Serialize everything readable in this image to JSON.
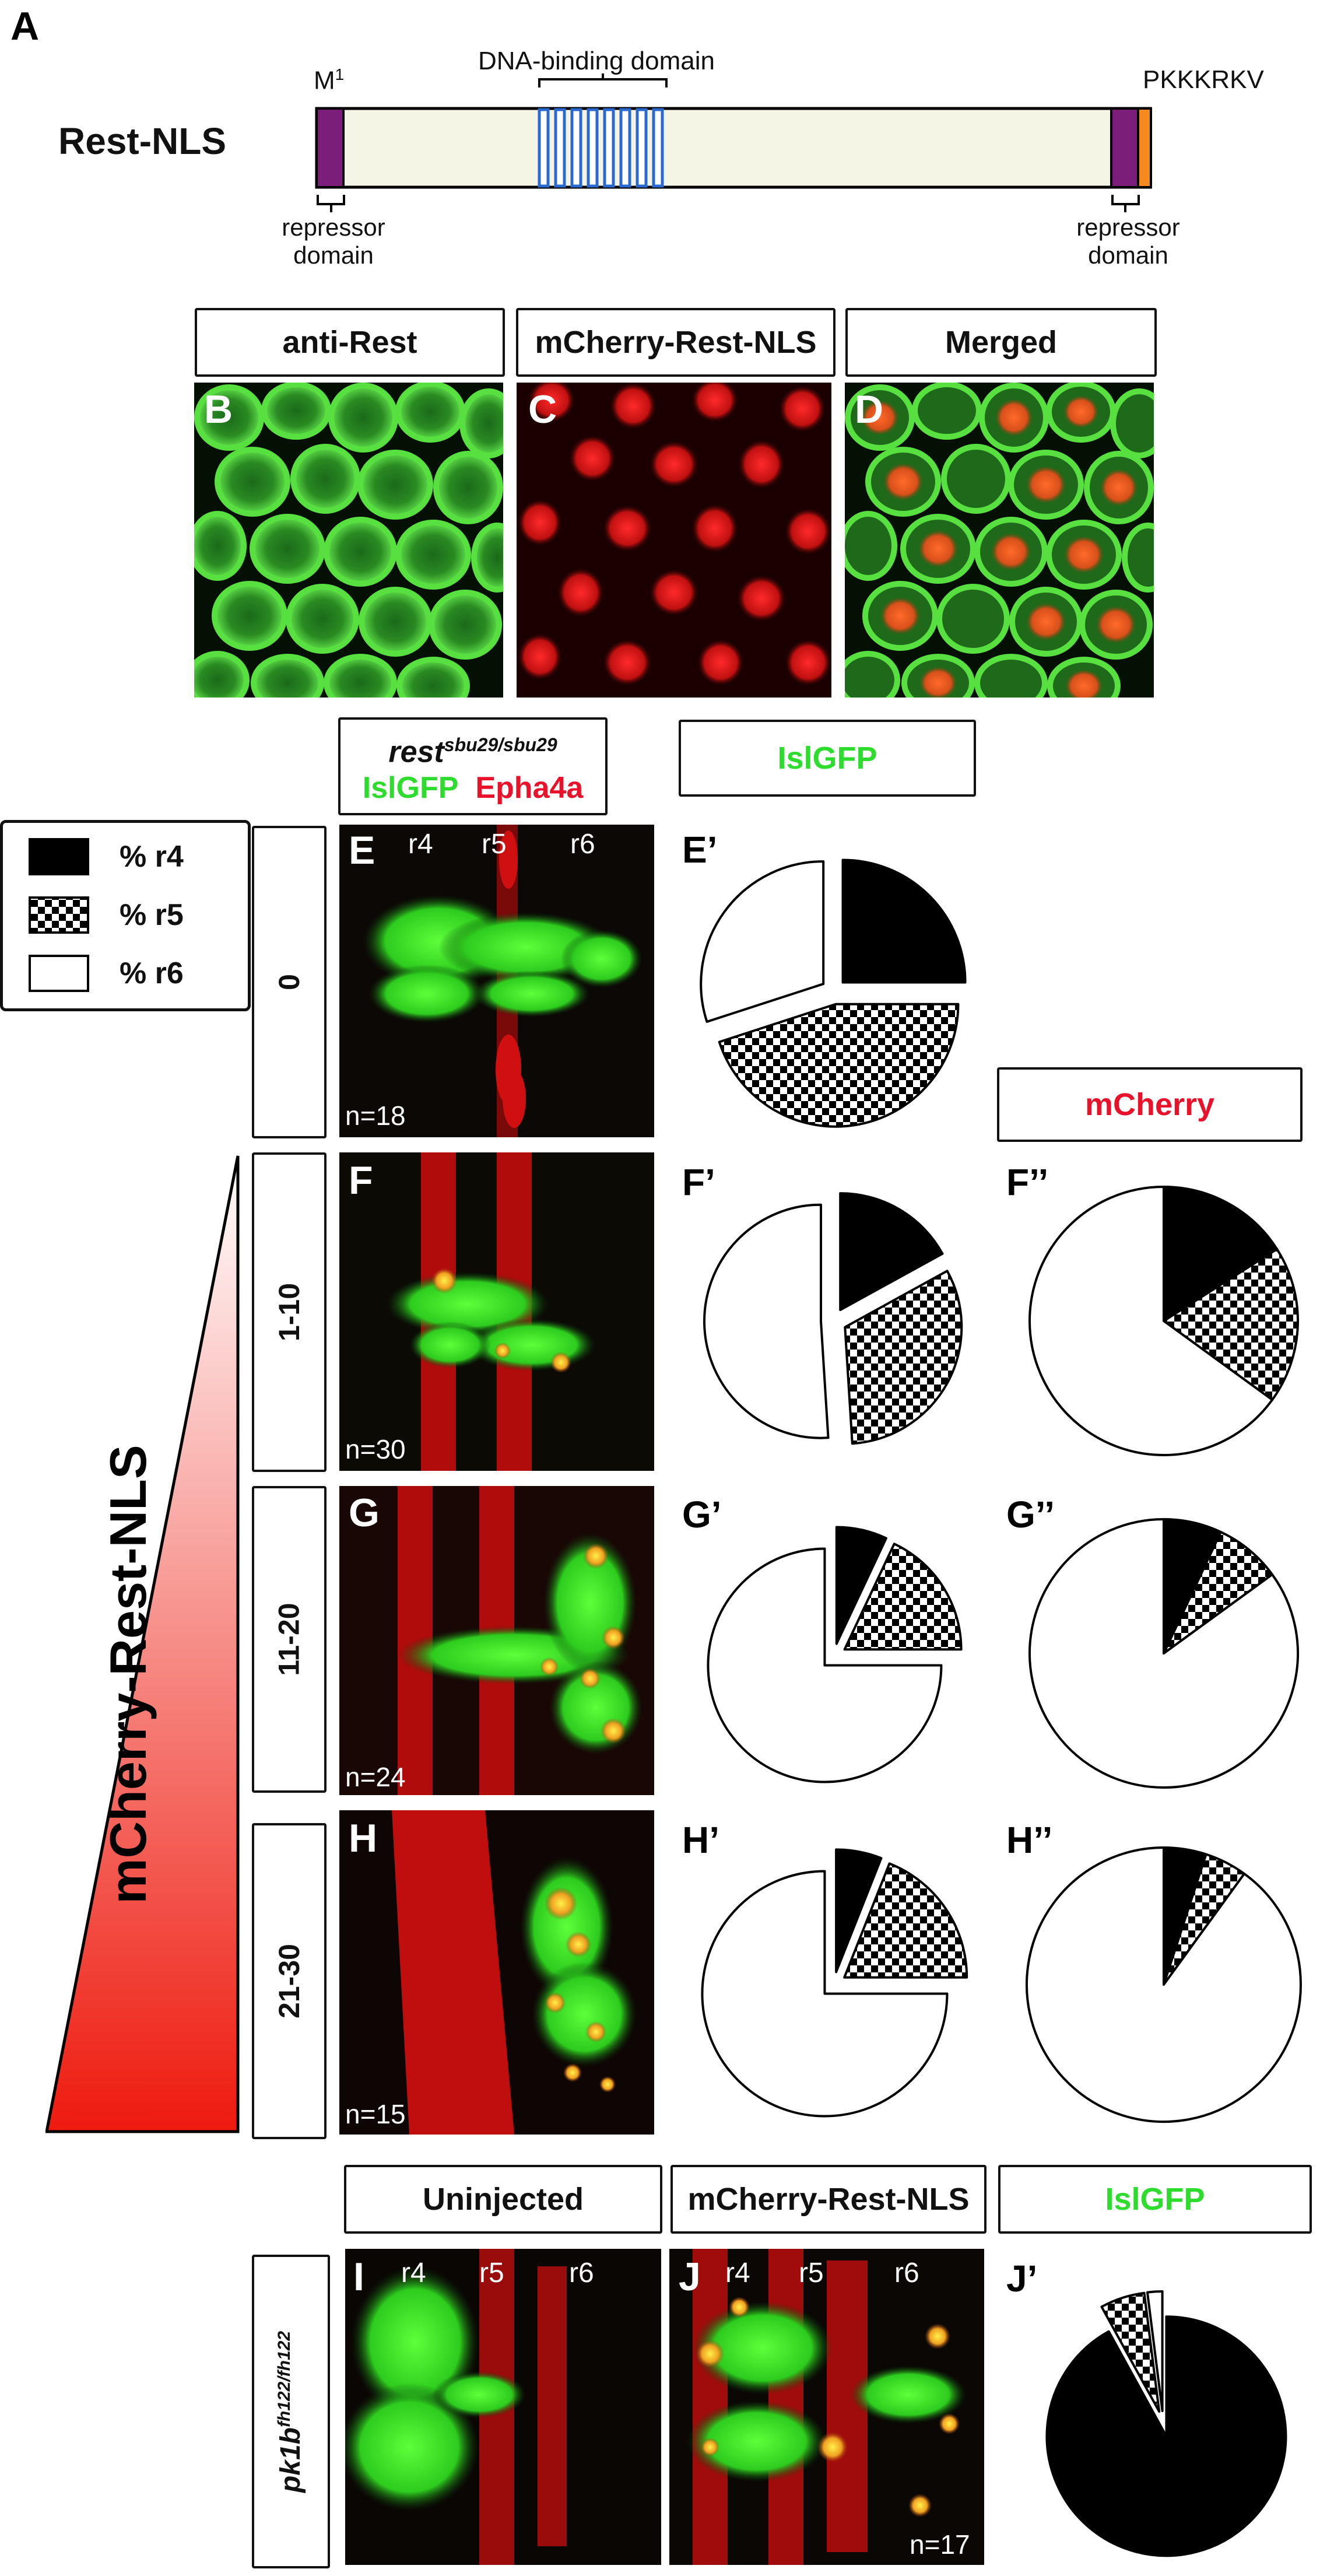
{
  "panel_a": {
    "letter": "A",
    "construct": "Rest-NLS",
    "m1": "M",
    "m1_sup": "1",
    "dna_binding": "DNA-binding domain",
    "nls_seq": "PKKKRKV",
    "repressor_label": "repressor domain"
  },
  "panel_b_row": {
    "headers": [
      "anti-Rest",
      "mCherry-Rest-NLS",
      "Merged"
    ],
    "letters": [
      "B",
      "C",
      "D"
    ]
  },
  "col_headers": {
    "rest_word": "rest",
    "rest_sup": "sbu29/sbu29",
    "islgfp": "IslGFP",
    "epha4a": "Epha4a",
    "islgfp_header": "IslGFP",
    "mcherry_header": "mCherry"
  },
  "legend": {
    "items": [
      "% r4",
      "% r5",
      "% r6"
    ]
  },
  "gradient_label": "mCherry-Rest-NLS",
  "lanes": [
    "r4",
    "r5",
    "r6"
  ],
  "rows": [
    {
      "dose": "0",
      "letter": "E",
      "n": "n=18",
      "gfp_label": "E’",
      "mch_label": ""
    },
    {
      "dose": "1-10",
      "letter": "F",
      "n": "n=30",
      "gfp_label": "F’",
      "mch_label": "F’’"
    },
    {
      "dose": "11-20",
      "letter": "G",
      "n": "n=24",
      "gfp_label": "G’",
      "mch_label": "G’’"
    },
    {
      "dose": "21-30",
      "letter": "H",
      "n": "n=15",
      "gfp_label": "H’",
      "mch_label": "H’’"
    }
  ],
  "bottom": {
    "headers": [
      "Uninjected",
      "mCherry-Rest-NLS",
      "IslGFP"
    ],
    "genotype_word": "pk1b",
    "genotype_sup": "fh122/fh122",
    "letters": [
      "I",
      "J"
    ],
    "pie_label": "J’",
    "n": "n=17"
  },
  "chart_data": [
    {
      "type": "pie",
      "panel": "E'",
      "categories": [
        "% r4",
        "% r5",
        "% r6"
      ],
      "values": [
        25,
        45,
        30
      ],
      "exploded": true
    },
    {
      "type": "pie",
      "panel": "F'",
      "categories": [
        "% r4",
        "% r5",
        "% r6"
      ],
      "values": [
        17,
        32,
        51
      ],
      "exploded": true
    },
    {
      "type": "pie",
      "panel": "F''",
      "categories": [
        "% r4",
        "% r5",
        "% r6"
      ],
      "values": [
        16,
        19,
        65
      ],
      "exploded": false
    },
    {
      "type": "pie",
      "panel": "G'",
      "categories": [
        "% r4",
        "% r5",
        "% r6"
      ],
      "values": [
        7,
        18,
        75
      ],
      "exploded": true
    },
    {
      "type": "pie",
      "panel": "G''",
      "categories": [
        "% r4",
        "% r5",
        "% r6"
      ],
      "values": [
        7,
        8,
        85
      ],
      "exploded": false
    },
    {
      "type": "pie",
      "panel": "H'",
      "categories": [
        "% r4",
        "% r5",
        "% r6"
      ],
      "values": [
        6,
        19,
        75
      ],
      "exploded": true
    },
    {
      "type": "pie",
      "panel": "H''",
      "categories": [
        "% r4",
        "% r5",
        "% r6"
      ],
      "values": [
        5,
        5,
        90
      ],
      "exploded": false
    },
    {
      "type": "pie",
      "panel": "J'",
      "categories": [
        "% r4",
        "% r5",
        "% r6"
      ],
      "values": [
        92,
        6,
        2
      ],
      "exploded": true
    }
  ],
  "colors": {
    "r4": "#000000",
    "r5": "checkered",
    "r6": "#ffffff",
    "gfp": "#2edc2e",
    "mcherry": "#e8122a"
  }
}
